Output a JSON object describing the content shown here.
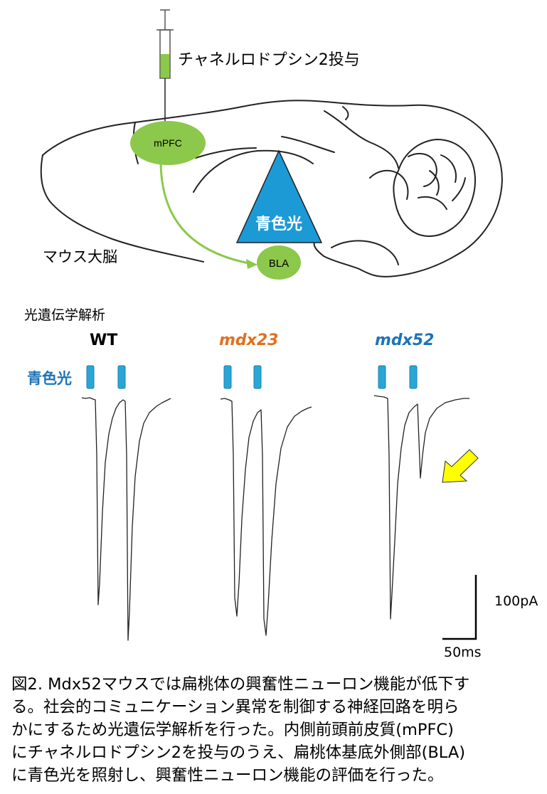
{
  "labels": {
    "injection": "チャネルロドプシン2投与",
    "mpfc": "mPFC",
    "bla": "BLA",
    "blue_light_triangle": "青色光",
    "mouse_brain": "マウス大脳",
    "section_title": "光遺伝学解析",
    "blue_light_row": "青色光",
    "scale_y": "100pA",
    "scale_x": "50ms"
  },
  "groups": [
    {
      "name": "WT",
      "color": "#000000"
    },
    {
      "name": "mdx23",
      "color": "#e07020"
    },
    {
      "name": "mdx52",
      "color": "#1e73b8"
    }
  ],
  "colors": {
    "green": "#8cc84b",
    "blue_triangle": "#1b9ad6",
    "pulse": "#2aa6d6",
    "arrow": "#ffff00"
  },
  "caption": [
    "図2. Mdx52マウスでは扁桃体の興奮性ニューロン機能が低下す",
    "る。社会的コミュニケーション異常を制御する神経回路を明ら",
    "かにするため光遺伝学解析を行った。内側前頭前皮質(mPFC)",
    "にチャネルロドプシン2を投与のうえ、扁桃体基底外側部(BLA)",
    "に青色光を照射し、興奮性ニューロン機能の評価を行った。"
  ]
}
